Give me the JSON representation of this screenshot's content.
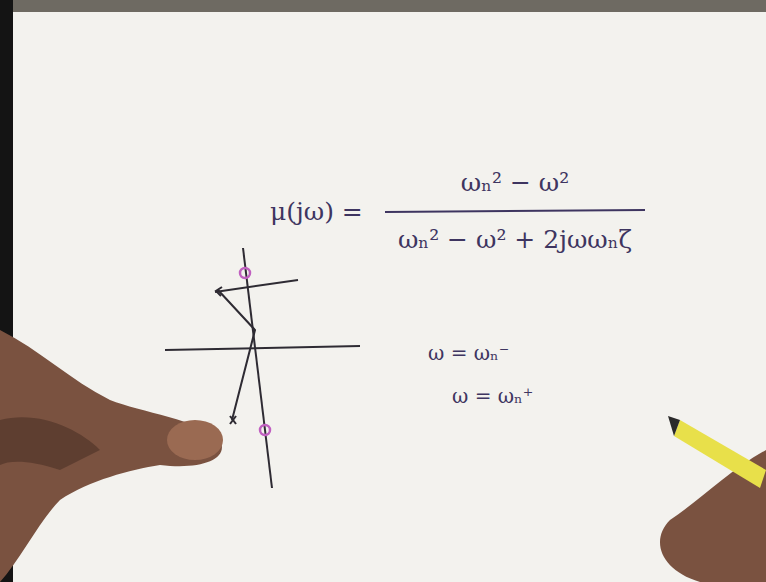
{
  "diagram": {
    "labels": [
      "μ(jω) =",
      "ωₙ² − ω²",
      "ωₙ² − ω² + 2jωωₙζ",
      "ω = ωₙ⁻",
      "ω = ωₙ⁺"
    ]
  }
}
